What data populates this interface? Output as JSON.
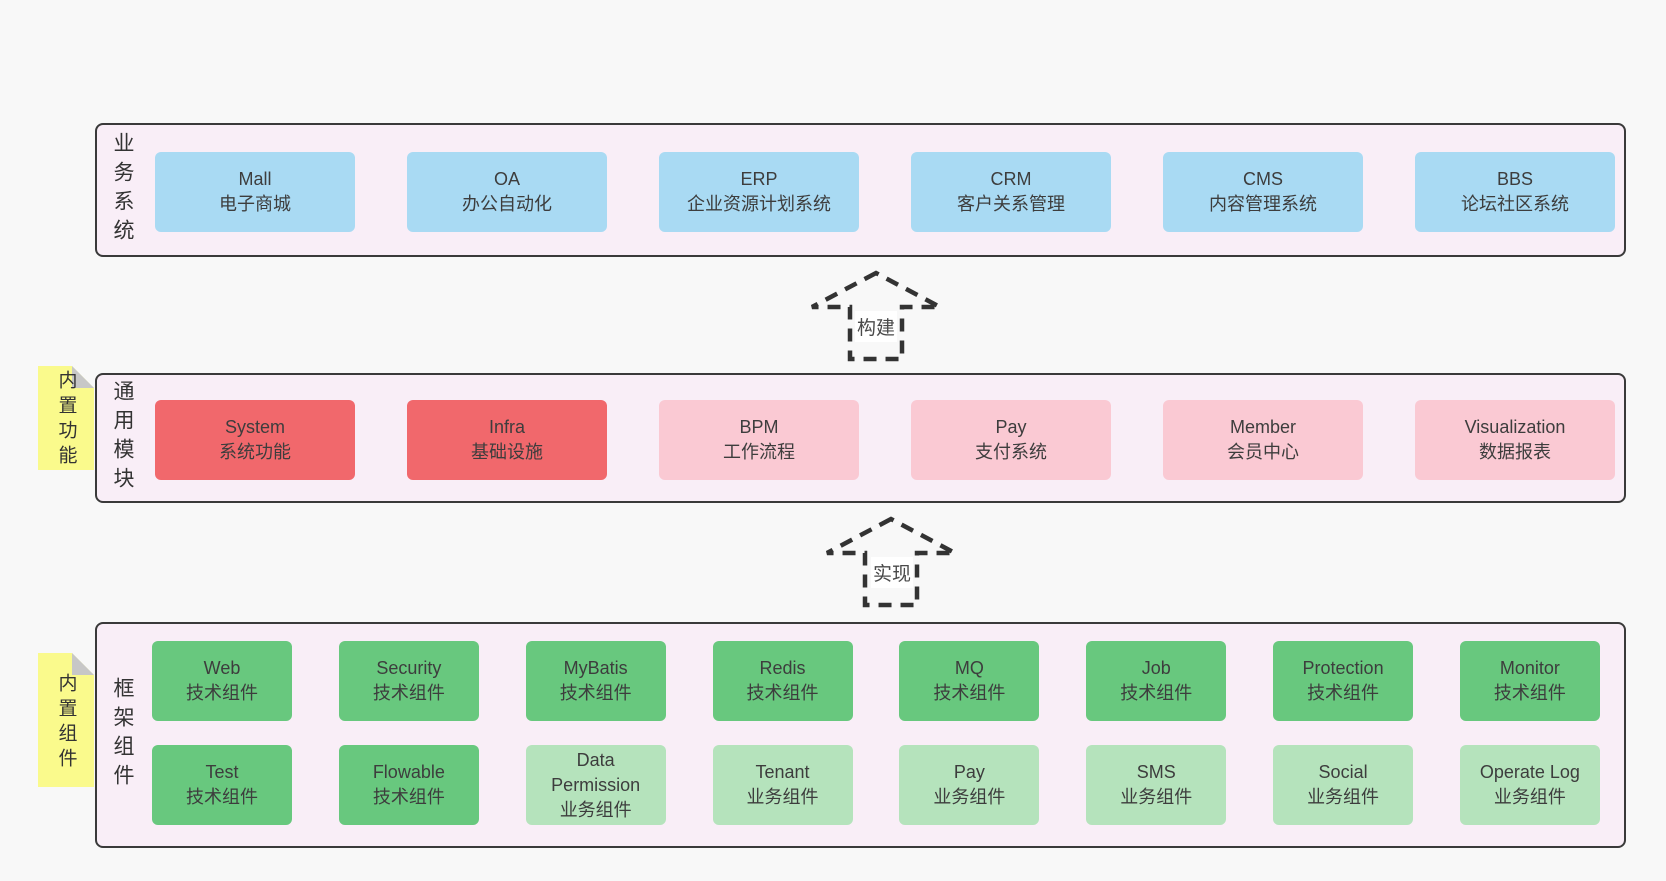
{
  "colors": {
    "blue": "#a9daf3",
    "red": "#f1686c",
    "pink": "#fac9d3",
    "green": "#68c87e",
    "green_light": "#b5e3bc",
    "note_yellow": "#fafa8c",
    "container_bg": "#f9eef7",
    "container_border": "#3a3a3a"
  },
  "arrows": [
    {
      "label": "构建"
    },
    {
      "label": "实现"
    }
  ],
  "layers": [
    {
      "label": "业务系统",
      "boxes": [
        {
          "name": "Mall",
          "desc": "电子商城",
          "variant": "blue"
        },
        {
          "name": "OA",
          "desc": "办公自动化",
          "variant": "blue"
        },
        {
          "name": "ERP",
          "desc": "企业资源计划系统",
          "variant": "blue"
        },
        {
          "name": "CRM",
          "desc": "客户关系管理",
          "variant": "blue"
        },
        {
          "name": "CMS",
          "desc": "内容管理系统",
          "variant": "blue"
        },
        {
          "name": "BBS",
          "desc": "论坛社区系统",
          "variant": "blue"
        }
      ]
    },
    {
      "label": "通用模块",
      "note": "内置功能",
      "boxes": [
        {
          "name": "System",
          "desc": "系统功能",
          "variant": "red"
        },
        {
          "name": "Infra",
          "desc": "基础设施",
          "variant": "red"
        },
        {
          "name": "BPM",
          "desc": "工作流程",
          "variant": "pink"
        },
        {
          "name": "Pay",
          "desc": "支付系统",
          "variant": "pink"
        },
        {
          "name": "Member",
          "desc": "会员中心",
          "variant": "pink"
        },
        {
          "name": "Visualization",
          "desc": "数据报表",
          "variant": "pink"
        }
      ]
    },
    {
      "label": "框架组件",
      "note": "内置组件",
      "rows": [
        [
          {
            "name": "Web",
            "desc": "技术组件",
            "variant": "green"
          },
          {
            "name": "Security",
            "desc": "技术组件",
            "variant": "green"
          },
          {
            "name": "MyBatis",
            "desc": "技术组件",
            "variant": "green"
          },
          {
            "name": "Redis",
            "desc": "技术组件",
            "variant": "green"
          },
          {
            "name": "MQ",
            "desc": "技术组件",
            "variant": "green"
          },
          {
            "name": "Job",
            "desc": "技术组件",
            "variant": "green"
          },
          {
            "name": "Protection",
            "desc": "技术组件",
            "variant": "green"
          },
          {
            "name": "Monitor",
            "desc": "技术组件",
            "variant": "green"
          }
        ],
        [
          {
            "name": "Test",
            "desc": "技术组件",
            "variant": "green"
          },
          {
            "name": "Flowable",
            "desc": "技术组件",
            "variant": "green"
          },
          {
            "name": "Data Permission",
            "desc": "业务组件",
            "variant": "green_light"
          },
          {
            "name": "Tenant",
            "desc": "业务组件",
            "variant": "green_light"
          },
          {
            "name": "Pay",
            "desc": "业务组件",
            "variant": "green_light"
          },
          {
            "name": "SMS",
            "desc": "业务组件",
            "variant": "green_light"
          },
          {
            "name": "Social",
            "desc": "业务组件",
            "variant": "green_light"
          },
          {
            "name": "Operate Log",
            "desc": "业务组件",
            "variant": "green_light"
          }
        ]
      ]
    }
  ]
}
